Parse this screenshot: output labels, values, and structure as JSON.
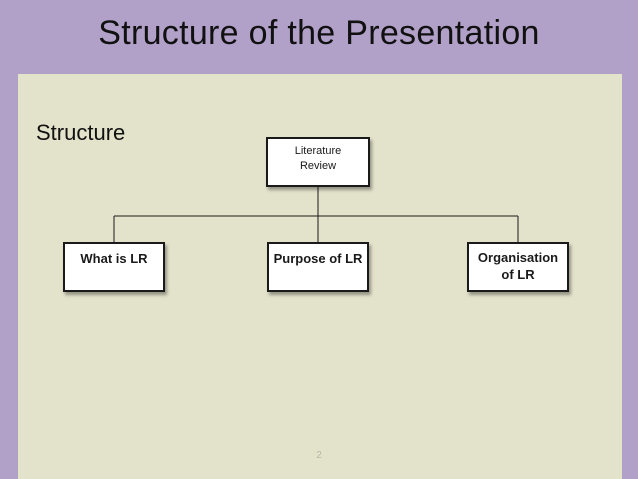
{
  "slide": {
    "title": "Structure of the Presentation",
    "section_heading": "Structure",
    "page_number": "2"
  },
  "diagram": {
    "root": {
      "label_line1": "Literature",
      "label_line2": "Review"
    },
    "children": [
      {
        "label_line1": "What is LR",
        "label_line2": ""
      },
      {
        "label_line1": "Purpose of LR",
        "label_line2": ""
      },
      {
        "label_line1": "Organisation",
        "label_line2": "of LR"
      }
    ]
  },
  "colors": {
    "background": "#b1a0c8",
    "panel": "#e3e2cb",
    "box_fill": "#ffffff",
    "box_border": "#1a1a1a"
  }
}
